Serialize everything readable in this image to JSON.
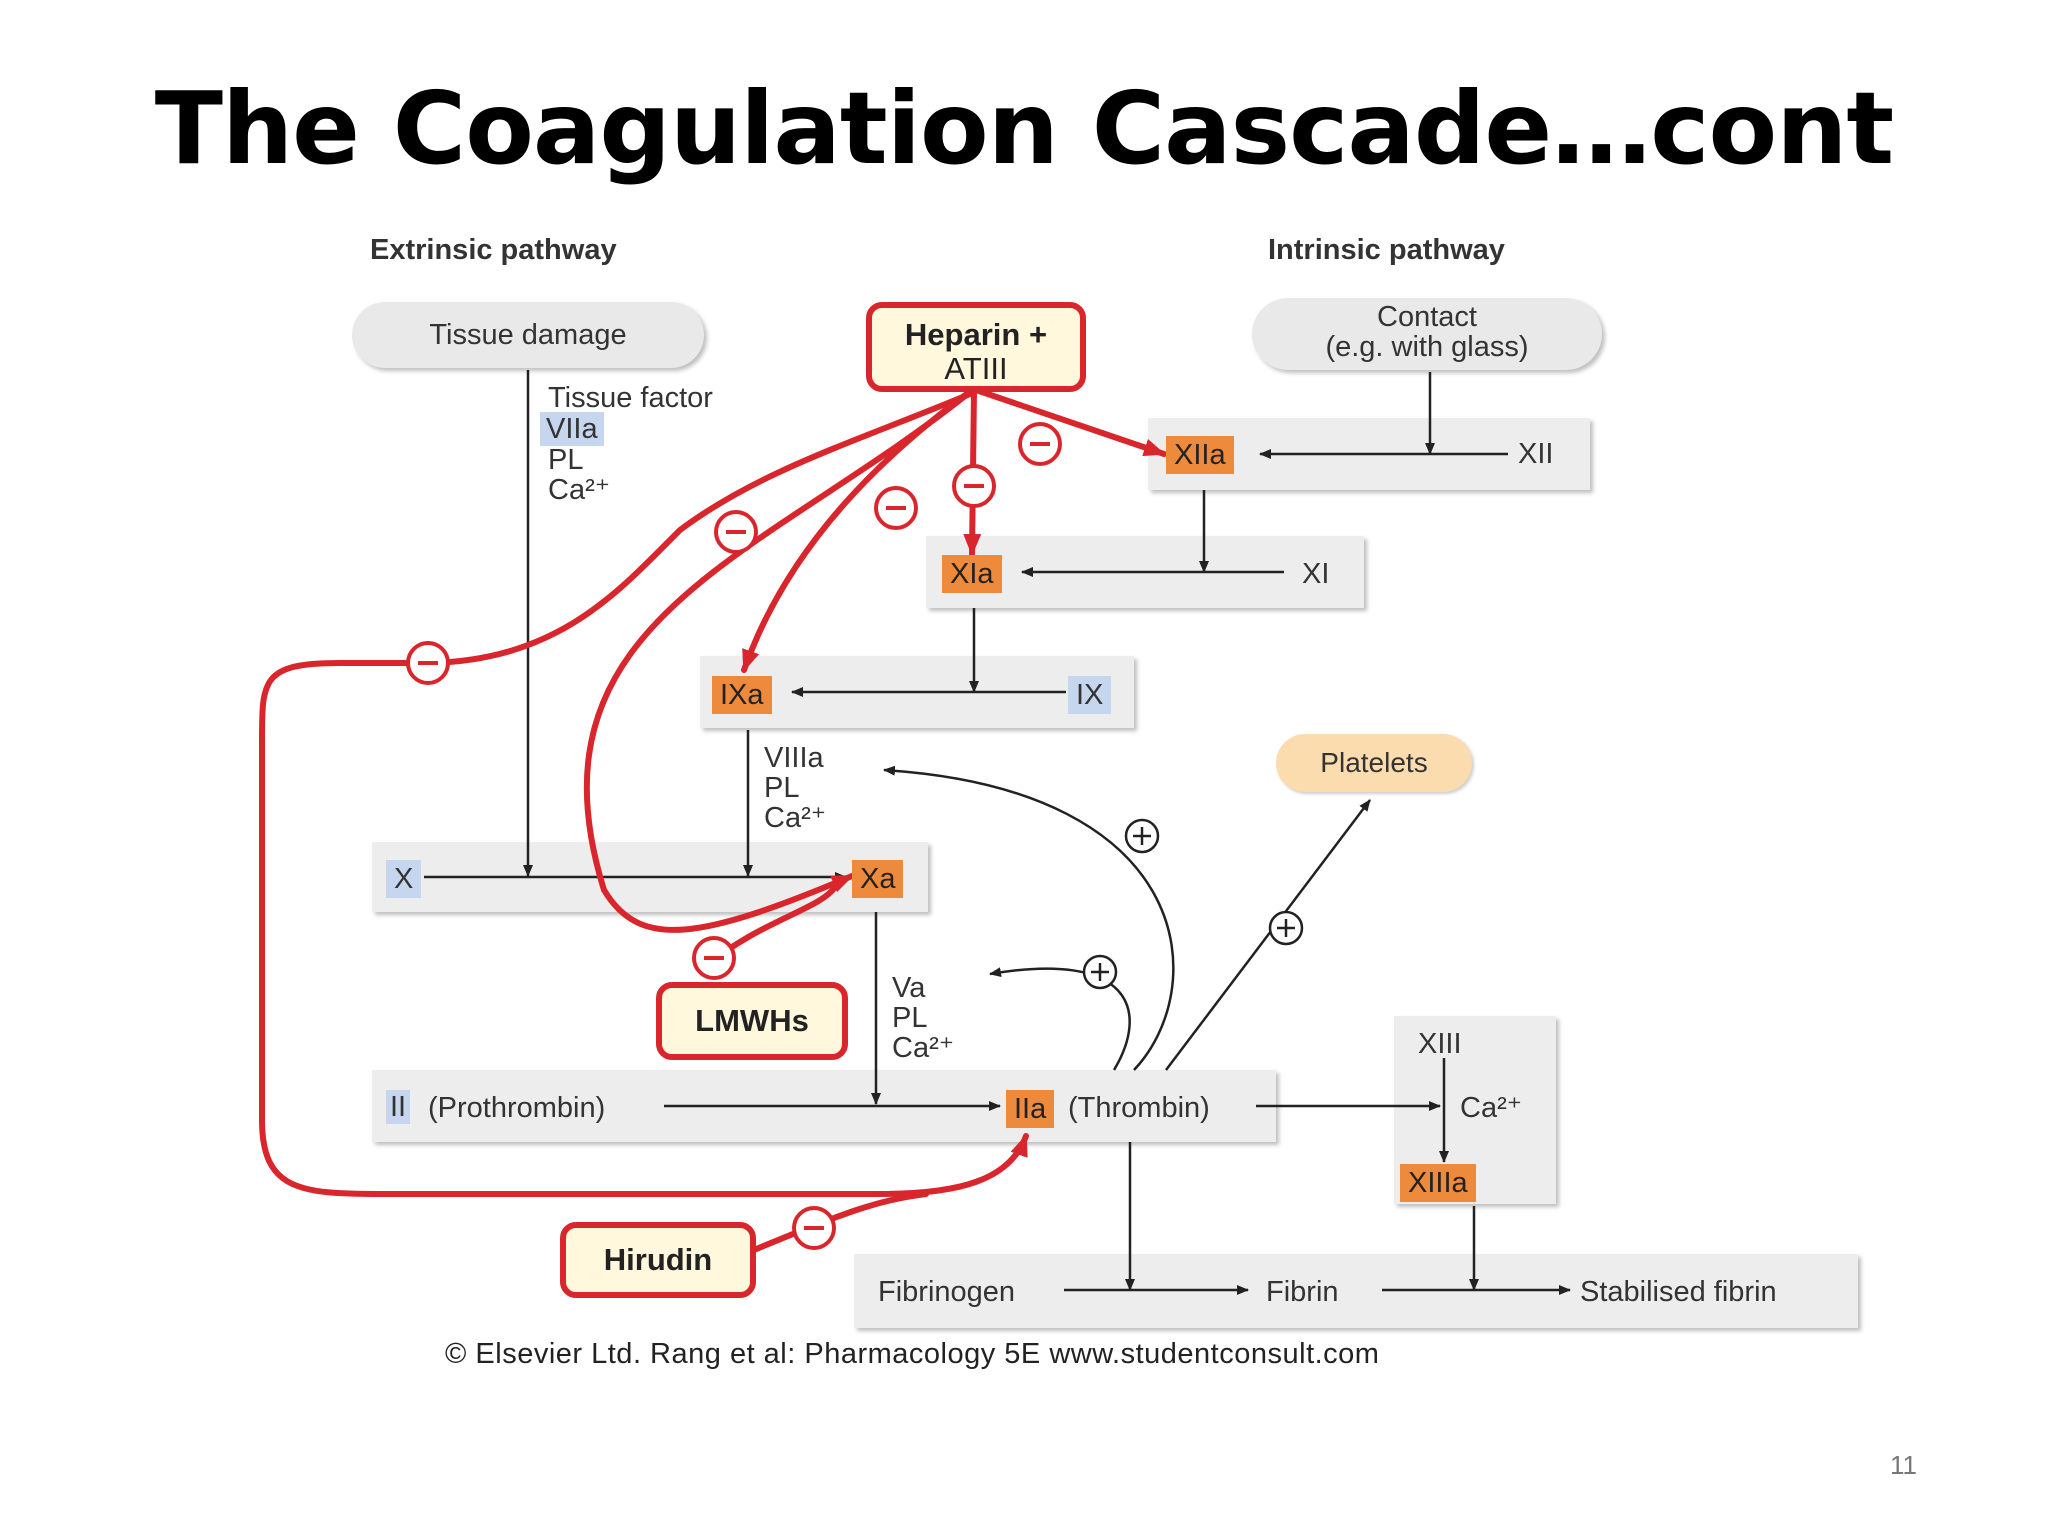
{
  "slide": {
    "title": "The Coagulation Cascade…cont",
    "page_number": "11",
    "copyright": "© Elsevier Ltd. Rang et al: Pharmacology 5E www.studentconsult.com"
  },
  "pathways": {
    "extrinsic": "Extrinsic pathway",
    "intrinsic": "Intrinsic pathway"
  },
  "triggers": {
    "tissue_damage": "Tissue damage",
    "contact_line1": "Contact",
    "contact_line2": "(e.g. with glass)"
  },
  "cofactors": {
    "tissue_factor": "Tissue factor",
    "viia": "VIIa",
    "pl": "PL",
    "ca": "Ca²⁺"
  },
  "factors": {
    "xii": "XII",
    "xiia": "XIIa",
    "xi": "XI",
    "xia": "XIa",
    "ix": "IX",
    "ixa": "IXa",
    "viiia": "VIIIa",
    "x": "X",
    "xa": "Xa",
    "va": "Va",
    "ii": "II",
    "prothrombin": "(Prothrombin)",
    "iia": "IIa",
    "thrombin": "(Thrombin)",
    "xiii": "XIII",
    "xiiia": "XIIIa",
    "fibrinogen": "Fibrinogen",
    "fibrin": "Fibrin",
    "stabilised_fibrin": "Stabilised fibrin",
    "platelets": "Platelets"
  },
  "drugs": {
    "heparin_line1": "Heparin +",
    "heparin_line2": "ATIII",
    "lmwhs": "LMWHs",
    "hirudin": "Hirudin"
  },
  "symbols": {
    "inhibit": "−",
    "promote": "+"
  },
  "colors": {
    "inhibition_red": "#d9262c",
    "activated_orange": "#ee8a3c",
    "zymogen_blue": "#c5d6ee",
    "box_gray": "#ededed",
    "platelets_fill": "#fbdcae"
  }
}
